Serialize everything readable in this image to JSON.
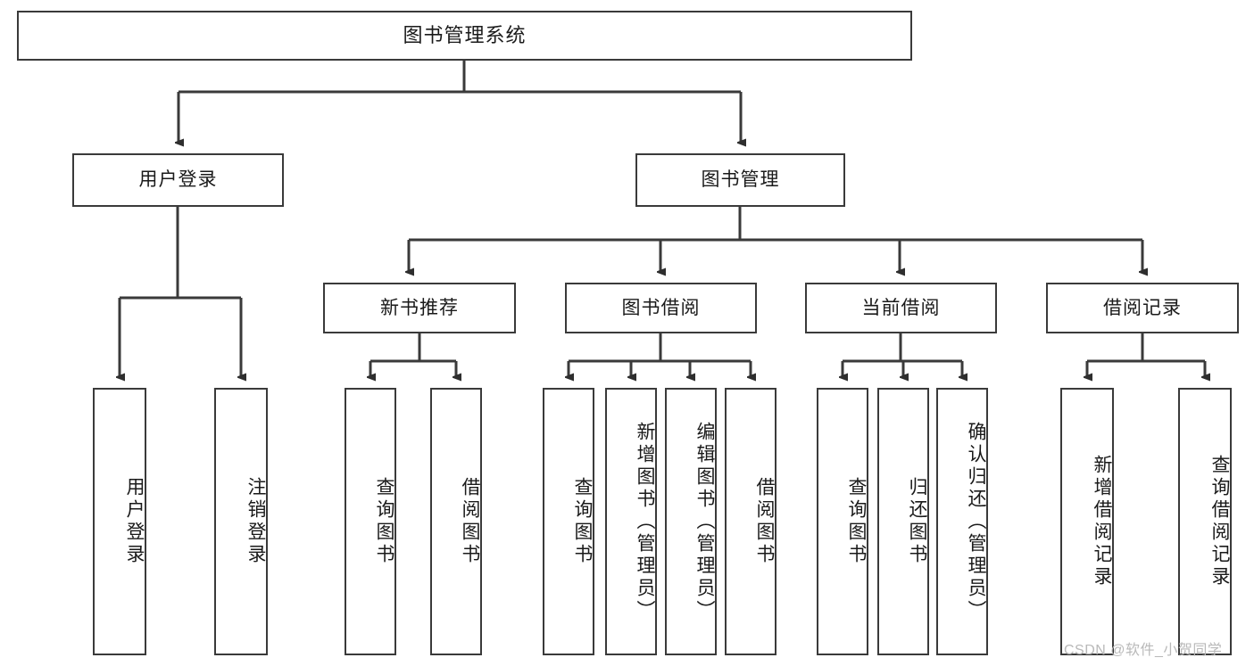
{
  "diagram": {
    "title": "图书管理系统",
    "type": "hierarchy-tree",
    "stroke_color": "#3a3a3a",
    "text_color": "#1a1a1a",
    "background_color": "#ffffff",
    "watermark": "CSDN @软件_小贺同学",
    "watermark_color": "#b9b9b9"
  },
  "nodes": {
    "root": {
      "label": "图书管理系统"
    },
    "level2": [
      {
        "label": "用户登录"
      },
      {
        "label": "图书管理"
      }
    ],
    "level3": [
      {
        "label": "新书推荐"
      },
      {
        "label": "图书借阅"
      },
      {
        "label": "当前借阅"
      },
      {
        "label": "借阅记录"
      }
    ],
    "leaves": {
      "user_login": [
        {
          "label": "用户登录"
        },
        {
          "label": "注销登录"
        }
      ],
      "new_book_recommend": [
        {
          "label": "查询图书"
        },
        {
          "label": "借阅图书"
        }
      ],
      "book_borrow": [
        {
          "label": "查询图书"
        },
        {
          "label": "新增图书（管理员）"
        },
        {
          "label": "编辑图书（管理员）"
        },
        {
          "label": "借阅图书"
        }
      ],
      "current_borrow": [
        {
          "label": "查询图书"
        },
        {
          "label": "归还图书"
        },
        {
          "label": "确认归还（管理员）"
        }
      ],
      "borrow_record": [
        {
          "label": "新增借阅记录"
        },
        {
          "label": "查询借阅记录"
        }
      ]
    }
  }
}
